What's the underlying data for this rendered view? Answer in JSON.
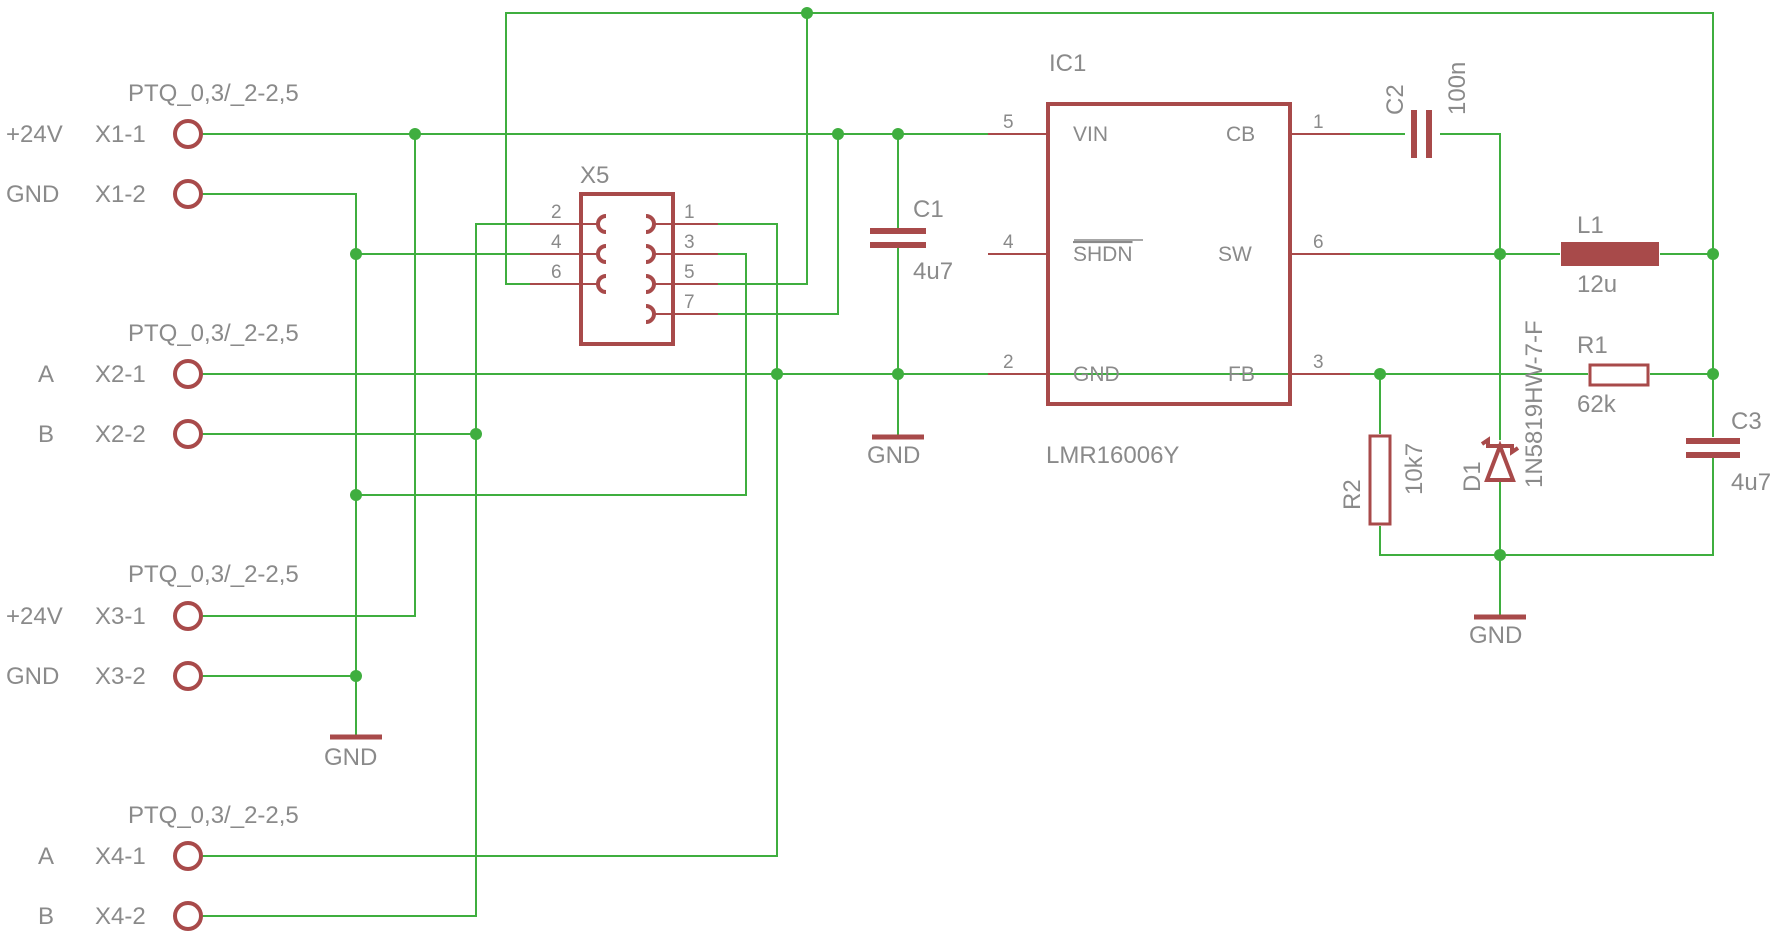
{
  "connectors": {
    "footprint": "PTQ_0,3/_2-2,5",
    "x1": {
      "pin1_net": "+24V",
      "pin1_label": "X1-1",
      "pin2_net": "GND",
      "pin2_label": "X1-2"
    },
    "x2": {
      "pin1_net": "A",
      "pin1_label": "X2-1",
      "pin2_net": "B",
      "pin2_label": "X2-2"
    },
    "x3": {
      "pin1_net": "+24V",
      "pin1_label": "X3-1",
      "pin2_net": "GND",
      "pin2_label": "X3-2"
    },
    "x4": {
      "pin1_net": "A",
      "pin1_label": "X4-1",
      "pin2_net": "B",
      "pin2_label": "X4-2"
    }
  },
  "x5": {
    "name": "X5",
    "pins": [
      "2",
      "4",
      "6",
      "1",
      "3",
      "5",
      "7"
    ]
  },
  "ic1": {
    "name": "IC1",
    "part": "LMR16006Y",
    "pins": {
      "vin": "VIN",
      "shdn": "SHDN",
      "gnd": "GND",
      "cb": "CB",
      "sw": "SW",
      "fb": "FB"
    },
    "pin_numbers": {
      "vin": "5",
      "shdn": "4",
      "gnd": "2",
      "cb": "1",
      "sw": "6",
      "fb": "3"
    }
  },
  "components": {
    "c1": {
      "name": "C1",
      "value": "4u7"
    },
    "c2": {
      "name": "C2",
      "value": "100n"
    },
    "c3": {
      "name": "C3",
      "value": "4u7"
    },
    "l1": {
      "name": "L1",
      "value": "12u"
    },
    "r1": {
      "name": "R1",
      "value": "62k"
    },
    "r2": {
      "name": "R2",
      "value": "10k7"
    },
    "d1": {
      "name": "D1",
      "value": "1N5819HW-7-F"
    }
  },
  "gnd_label": "GND",
  "colors": {
    "wire": "#3fae3f",
    "symbol": "#a84a4a",
    "text": "#8a8a8a"
  }
}
